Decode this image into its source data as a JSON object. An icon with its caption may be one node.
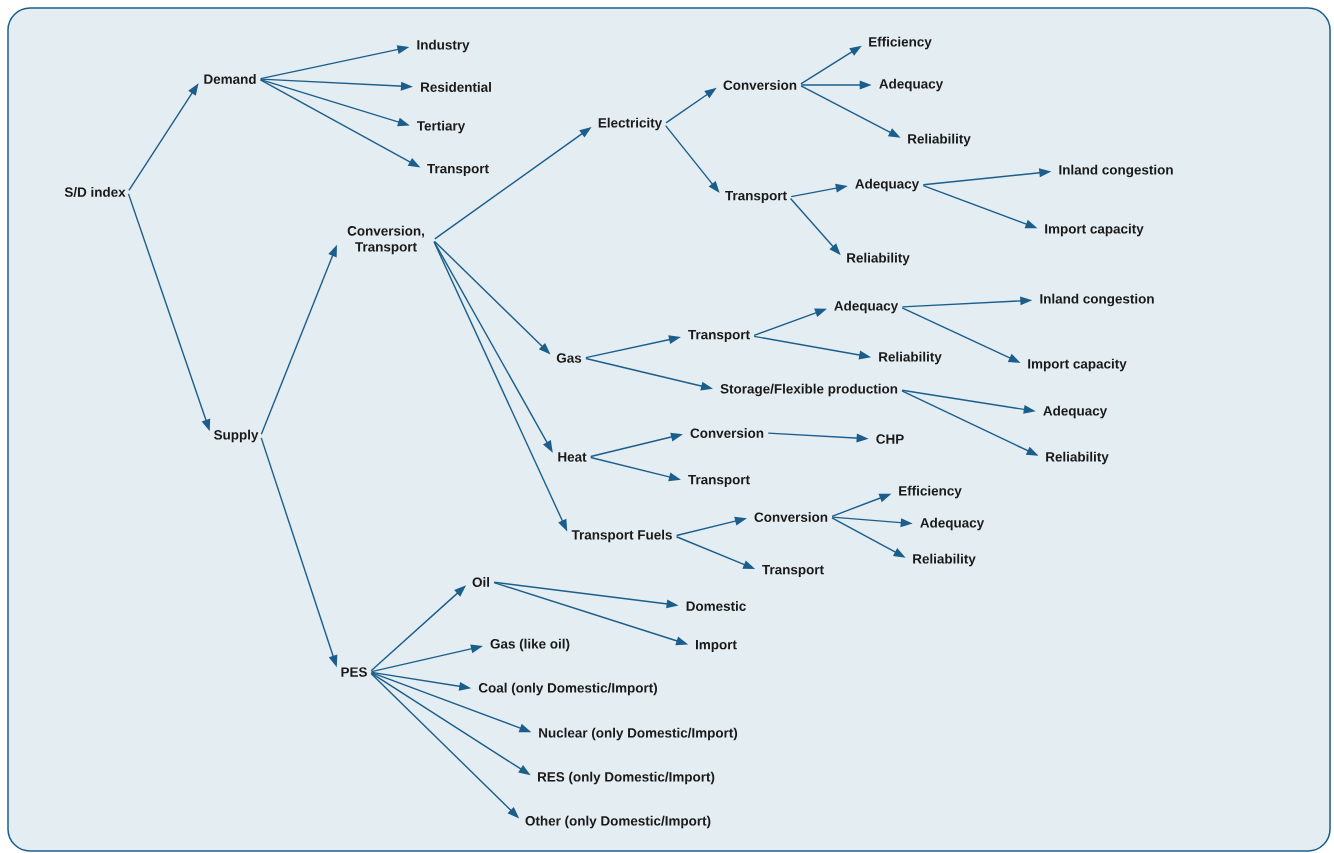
{
  "diagram": {
    "nodes": [
      {
        "text": [
          "S/D index"
        ]
      },
      {
        "text": [
          "Demand"
        ]
      },
      {
        "text": [
          "Industry"
        ]
      },
      {
        "text": [
          "Residential"
        ]
      },
      {
        "text": [
          "Tertiary"
        ]
      },
      {
        "text": [
          "Transport"
        ]
      },
      {
        "text": [
          "Supply"
        ]
      },
      {
        "text": [
          "Conversion, Transport"
        ]
      },
      {
        "text": [
          "Electricity"
        ]
      },
      {
        "text": [
          "Conversion"
        ]
      },
      {
        "text": [
          "Efficiency"
        ]
      },
      {
        "text": [
          "Adequacy"
        ]
      },
      {
        "text": [
          "Reliability"
        ]
      },
      {
        "text": [
          "Transport"
        ]
      },
      {
        "text": [
          "Adequacy"
        ]
      },
      {
        "text": [
          "Inland congestion"
        ]
      },
      {
        "text": [
          "Import capacity"
        ]
      },
      {
        "text": [
          "Reliability"
        ]
      },
      {
        "text": [
          "Gas"
        ]
      },
      {
        "text": [
          "Transport"
        ]
      },
      {
        "text": [
          "Adequacy"
        ]
      },
      {
        "text": [
          "Inland congestion"
        ]
      },
      {
        "text": [
          "Import capacity"
        ]
      },
      {
        "text": [
          "Reliability"
        ]
      },
      {
        "text": [
          "Storage/Flexible production"
        ]
      },
      {
        "text": [
          "Adequacy"
        ]
      },
      {
        "text": [
          "Reliability"
        ]
      },
      {
        "text": [
          "Heat"
        ]
      },
      {
        "text": [
          "Conversion"
        ]
      },
      {
        "text": [
          "CHP"
        ]
      },
      {
        "text": [
          "Transport"
        ]
      },
      {
        "text": [
          "Transport Fuels"
        ]
      },
      {
        "text": [
          "Conversion"
        ]
      },
      {
        "text": [
          "Efficiency"
        ]
      },
      {
        "text": [
          "Adequacy"
        ]
      },
      {
        "text": [
          "Reliability"
        ]
      },
      {
        "text": [
          "Transport"
        ]
      },
      {
        "text": [
          "PES"
        ]
      },
      {
        "text": [
          "Oil"
        ]
      },
      {
        "text": [
          "Domestic"
        ]
      },
      {
        "text": [
          "Import"
        ]
      },
      {
        "text": [
          "Gas (like oil)"
        ]
      },
      {
        "text": [
          "Coal (only Domestic/Import)"
        ]
      },
      {
        "text": [
          "Nuclear (only Domestic/Import)"
        ]
      },
      {
        "text": [
          "RES (only Domestic/Import)"
        ]
      },
      {
        "text": [
          "Other (only Domestic/Import)"
        ]
      }
    ],
    "edges": [
      {
        "from": 0,
        "to": 1,
        "arrow": "to"
      },
      {
        "from": 0,
        "to": 6,
        "arrow": "to"
      },
      {
        "from": 1,
        "to": 2,
        "arrow": "to"
      },
      {
        "from": 1,
        "to": 3,
        "arrow": "to"
      },
      {
        "from": 1,
        "to": 4,
        "arrow": "to"
      },
      {
        "from": 1,
        "to": 5,
        "arrow": "to"
      },
      {
        "from": 6,
        "to": 7,
        "arrow": "to"
      },
      {
        "from": 6,
        "to": 37,
        "arrow": "to"
      },
      {
        "from": 7,
        "to": 8,
        "arrow": "to"
      },
      {
        "from": 7,
        "to": 18,
        "arrow": "to"
      },
      {
        "from": 7,
        "to": 27,
        "arrow": "to"
      },
      {
        "from": 7,
        "to": 31,
        "arrow": "to"
      },
      {
        "from": 8,
        "to": 9,
        "arrow": "to"
      },
      {
        "from": 8,
        "to": 13,
        "arrow": "to"
      },
      {
        "from": 9,
        "to": 10,
        "arrow": "to"
      },
      {
        "from": 9,
        "to": 11,
        "arrow": "to"
      },
      {
        "from": 9,
        "to": 12,
        "arrow": "to"
      },
      {
        "from": 13,
        "to": 14,
        "arrow": "to"
      },
      {
        "from": 13,
        "to": 17,
        "arrow": "to"
      },
      {
        "from": 14,
        "to": 15,
        "arrow": "to"
      },
      {
        "from": 14,
        "to": 16,
        "arrow": "to"
      },
      {
        "from": 18,
        "to": 19,
        "arrow": "to"
      },
      {
        "from": 18,
        "to": 24,
        "arrow": "to"
      },
      {
        "from": 19,
        "to": 20,
        "arrow": "to"
      },
      {
        "from": 19,
        "to": 23,
        "arrow": "to"
      },
      {
        "from": 20,
        "to": 21,
        "arrow": "to"
      },
      {
        "from": 20,
        "to": 22,
        "arrow": "to"
      },
      {
        "from": 24,
        "to": 25,
        "arrow": "to"
      },
      {
        "from": 24,
        "to": 26,
        "arrow": "to"
      },
      {
        "from": 27,
        "to": 28,
        "arrow": "to"
      },
      {
        "from": 27,
        "to": 30,
        "arrow": "to"
      },
      {
        "from": 28,
        "to": 29,
        "arrow": "to"
      },
      {
        "from": 31,
        "to": 32,
        "arrow": "to"
      },
      {
        "from": 31,
        "to": 36,
        "arrow": "to"
      },
      {
        "from": 32,
        "to": 33,
        "arrow": "to"
      },
      {
        "from": 32,
        "to": 34,
        "arrow": "to"
      },
      {
        "from": 32,
        "to": 35,
        "arrow": "to"
      },
      {
        "from": 37,
        "to": 38,
        "arrow": "to"
      },
      {
        "from": 37,
        "to": 41,
        "arrow": "to"
      },
      {
        "from": 37,
        "to": 42,
        "arrow": "to"
      },
      {
        "from": 37,
        "to": 43,
        "arrow": "to"
      },
      {
        "from": 37,
        "to": 44,
        "arrow": "to"
      },
      {
        "from": 37,
        "to": 45,
        "arrow": "to"
      },
      {
        "from": 38,
        "to": 39,
        "arrow": "to"
      },
      {
        "from": 38,
        "to": 40,
        "arrow": "to"
      }
    ]
  }
}
